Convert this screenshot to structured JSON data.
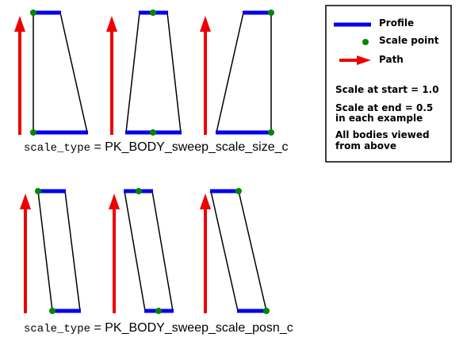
{
  "captions": {
    "size": {
      "var": "scale_type",
      "eq": " = ",
      "value": "PK_BODY_sweep_scale_size_c"
    },
    "posn": {
      "var": "scale_type",
      "eq": " = ",
      "value": "PK_BODY_sweep_scale_posn_c"
    }
  },
  "legend": {
    "profile": "Profile",
    "scale_point": "Scale point",
    "path": "Path",
    "note1": "Scale at start = 1.0",
    "note2a": "Scale at end = 0.5",
    "note2b": "in each example",
    "note3a": "All bodies viewed",
    "note3b": "from above"
  },
  "colors": {
    "profile": "#0000ee",
    "scale_point": "#008800",
    "path": "#ee0000",
    "outline": "#000000"
  }
}
